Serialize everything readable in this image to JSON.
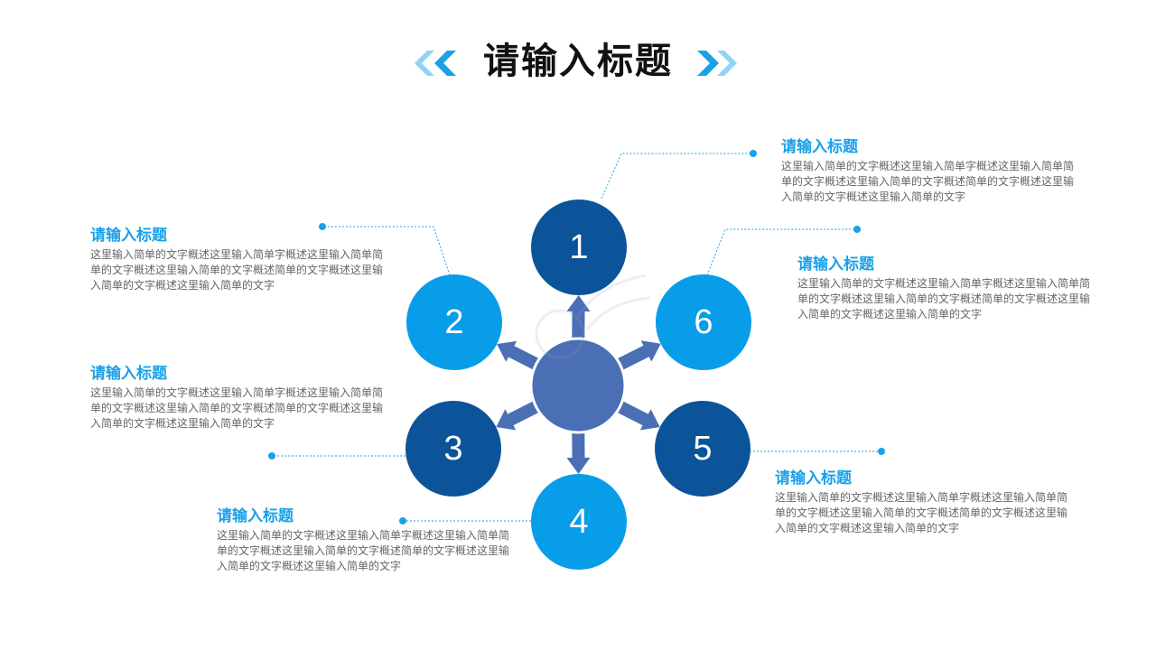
{
  "header": {
    "title": "请输入标题"
  },
  "nodes": [
    {
      "id": "1",
      "label": "1",
      "color": "#0b5499"
    },
    {
      "id": "2",
      "label": "2",
      "color": "#079de8"
    },
    {
      "id": "3",
      "label": "3",
      "color": "#0b5499"
    },
    {
      "id": "4",
      "label": "4",
      "color": "#079de8"
    },
    {
      "id": "5",
      "label": "5",
      "color": "#0b5499"
    },
    {
      "id": "6",
      "label": "6",
      "color": "#079de8"
    }
  ],
  "center_color": "#4a6fb5",
  "arrow_color": "#4a6fb5",
  "connector_color": "#1aa1e8",
  "blocks": [
    {
      "title": "请输入标题",
      "text": "这里输入简单的文字概述这里输入简单字概述这里输入简单简单的文字概述这里输入简单的文字概述简单的文字概述这里输入简单的文字概述这里输入简单的文字"
    },
    {
      "title": "请输入标题",
      "text": "这里输入简单的文字概述这里输入简单字概述这里输入简单简单的文字概述这里输入简单的文字概述简单的文字概述这里输入简单的文字概述这里输入简单的文字"
    },
    {
      "title": "请输入标题",
      "text": "这里输入简单的文字概述这里输入简单字概述这里输入简单简单的文字概述这里输入简单的文字概述简单的文字概述这里输入简单的文字概述这里输入简单的文字"
    },
    {
      "title": "请输入标题",
      "text": "这里输入简单的文字概述这里输入简单字概述这里输入简单简单的文字概述这里输入简单的文字概述简单的文字概述这里输入简单的文字概述这里输入简单的文字"
    },
    {
      "title": "请输入标题",
      "text": "这里输入简单的文字概述这里输入简单字概述这里输入简单简单的文字概述这里输入简单的文字概述简单的文字概述这里输入简单的文字概述这里输入简单的文字"
    },
    {
      "title": "请输入标题",
      "text": "这里输入简单的文字概述这里输入简单字概述这里输入简单简单的文字概述这里输入简单的文字概述简单的文字概述这里输入简单的文字概述这里输入简单的文字"
    }
  ]
}
